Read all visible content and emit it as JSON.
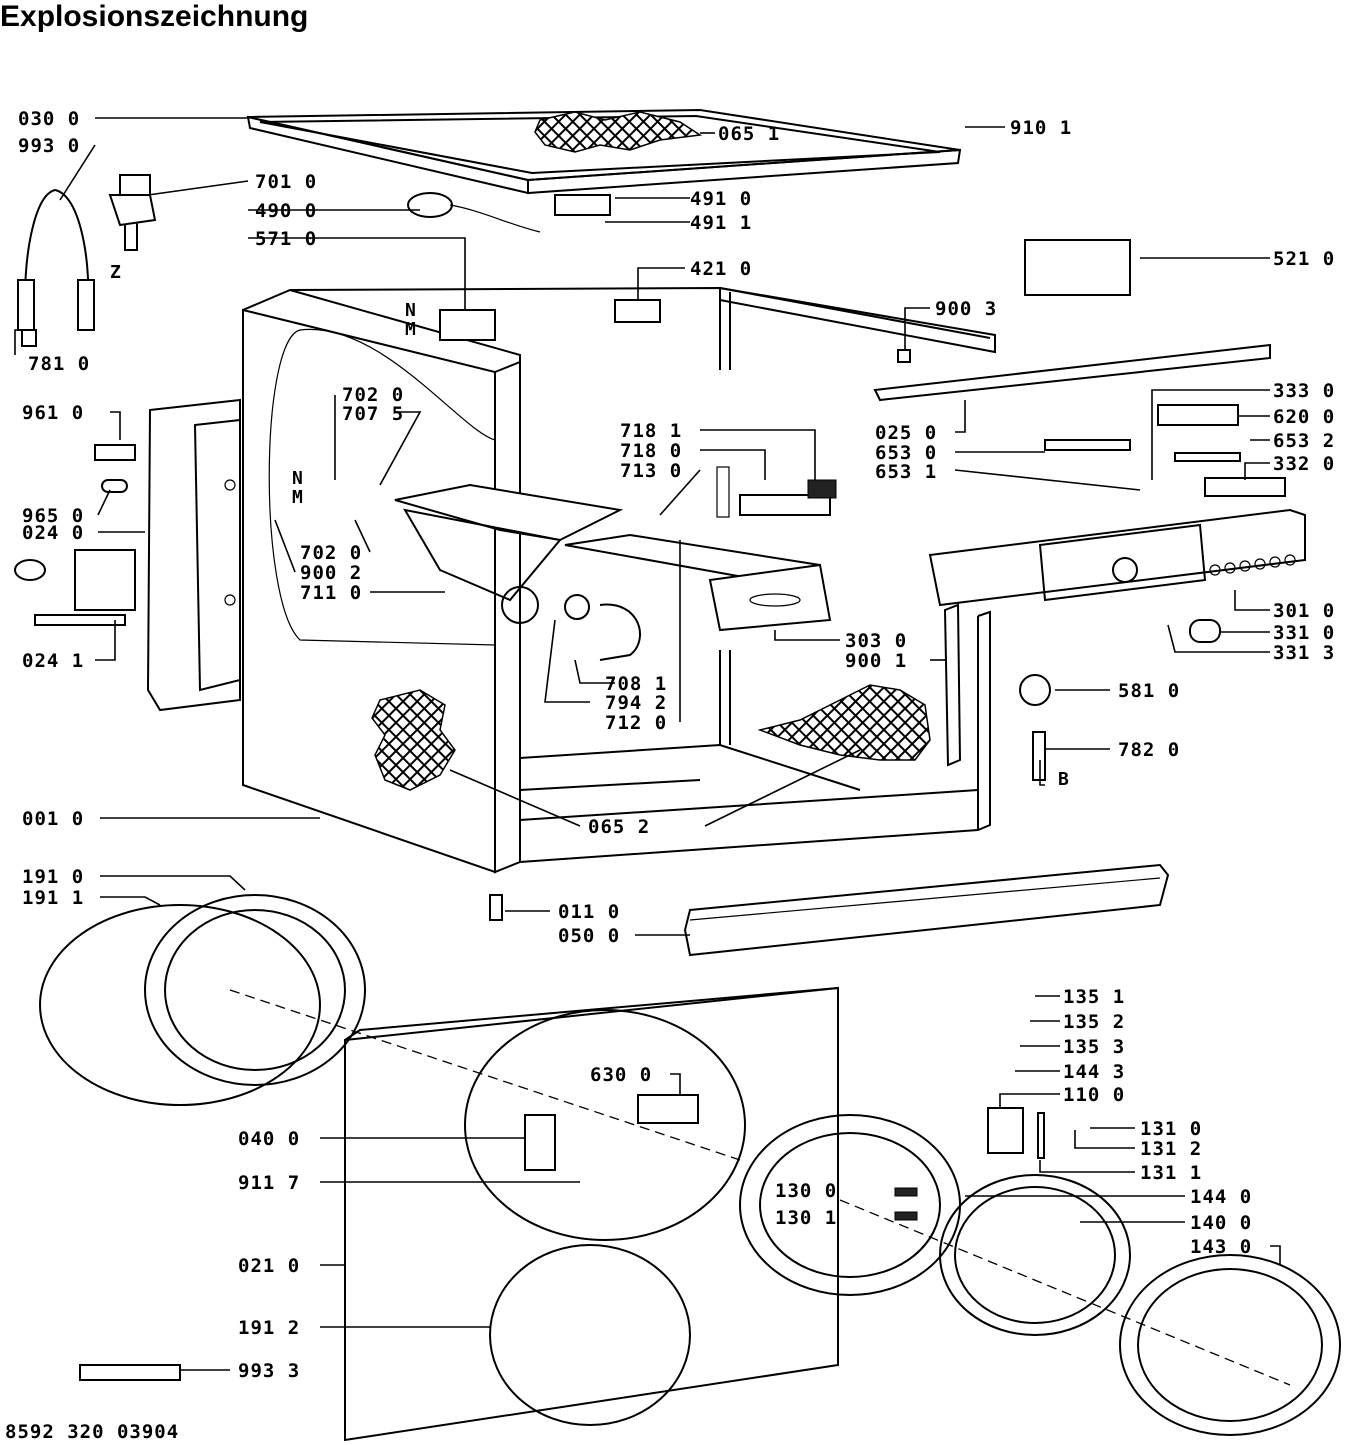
{
  "title": "Explosionszeichnung",
  "footer_code": "8592 320 03904",
  "markers": {
    "N": "N",
    "M": "M",
    "Z": "Z",
    "B": "B"
  },
  "labels": {
    "l0300": "030 0",
    "l9930": "993 0",
    "l7010": "701 0",
    "l4900": "490 0",
    "l5710": "571 0",
    "l7810": "781 0",
    "l0651": "065 1",
    "l4910": "491 0",
    "l4911": "491 1",
    "l9101": "910 1",
    "l5210": "521 0",
    "l4210": "421 0",
    "l9003": "900 3",
    "l3330": "333 0",
    "l6200": "620 0",
    "l6532": "653 2",
    "l3320": "332 0",
    "l0250": "025 0",
    "l6530": "653 0",
    "l6531": "653 1",
    "l9610": "961 0",
    "l7020a": "702 0",
    "l7075": "707 5",
    "l7181": "718 1",
    "l7180": "718 0",
    "l7130": "713 0",
    "l9650": "965 0",
    "l0240": "024 0",
    "l7020b": "702 0",
    "l9002": "900 2",
    "l7110": "711 0",
    "l0241": "024 1",
    "l3030": "303 0",
    "l9001": "900 1",
    "l3010": "301 0",
    "l3310": "331 0",
    "l3313": "331 3",
    "l5810": "581 0",
    "l7081": "708 1",
    "l7942": "794 2",
    "l7120": "712 0",
    "l7820": "782 0",
    "l0010": "001 0",
    "l0652": "065 2",
    "l1910": "191 0",
    "l1911": "191 1",
    "l0110": "011 0",
    "l0500": "050 0",
    "l1351": "135 1",
    "l1352": "135 2",
    "l1353": "135 3",
    "l1443": "144 3",
    "l1100": "110 0",
    "l6300": "630 0",
    "l0400": "040 0",
    "l1310": "131 0",
    "l1312": "131 2",
    "l1311": "131 1",
    "l9117": "911 7",
    "l1300": "130 0",
    "l1440": "144 0",
    "l1301": "130 1",
    "l1400": "140 0",
    "l1430": "143 0",
    "l0210": "021 0",
    "l1912": "191 2",
    "l9933": "993 3"
  }
}
